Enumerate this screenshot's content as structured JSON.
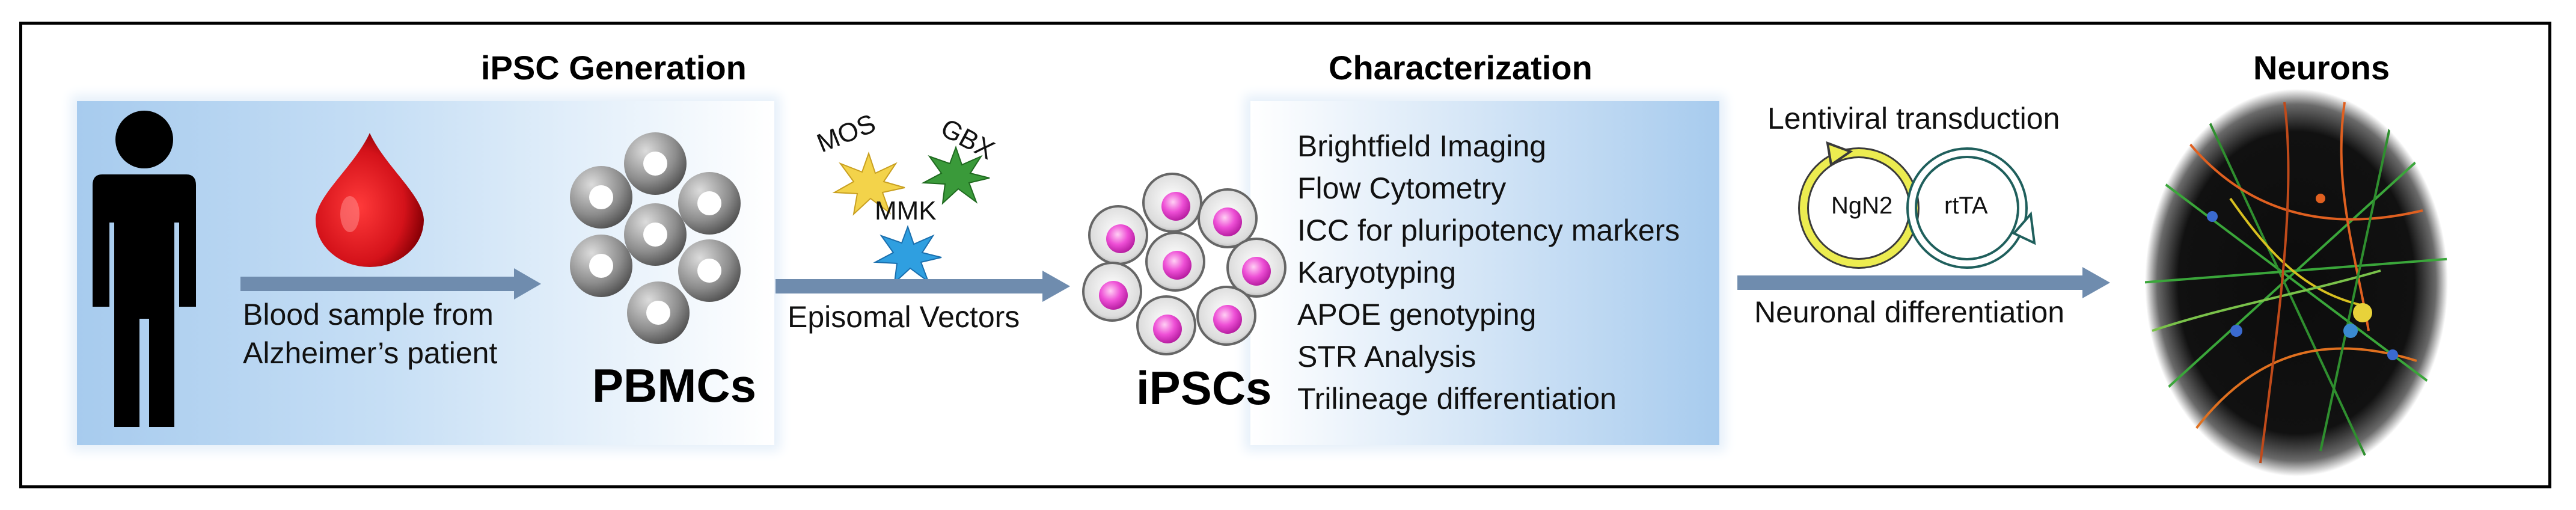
{
  "sections": {
    "ipsc_generation": "iPSC Generation",
    "characterization": "Characterization",
    "neurons": "Neurons"
  },
  "steps": {
    "blood_sample": [
      "Blood sample from",
      "Alzheimer’s patient"
    ],
    "pbmcs": "PBMCs",
    "episomal_vectors": "Episomal Vectors",
    "ipscs": "iPSCs",
    "neuronal_differentiation": "Neuronal differentiation",
    "lentiviral_transduction": "Lentiviral transduction"
  },
  "vectors": {
    "mos": "MOS",
    "gbx": "GBX",
    "mmk": "MMK"
  },
  "plasmids": {
    "ngn2": "NgN2",
    "rtta": "rtTA"
  },
  "characterization_list": [
    "Brightfield Imaging",
    "Flow Cytometry",
    "ICC for pluripotency markers",
    "Karyotyping",
    "APOE genotyping",
    "STR Analysis",
    "Trilineage differentiation"
  ],
  "colors": {
    "panel_blue": "#a9cdee",
    "arrow": "#6f8cae",
    "blood": "#d4121a",
    "ipsc_pink": "#e040c8",
    "ngn2_ring": "#e8e84a",
    "rtta_ring": "#2c7f7c"
  }
}
